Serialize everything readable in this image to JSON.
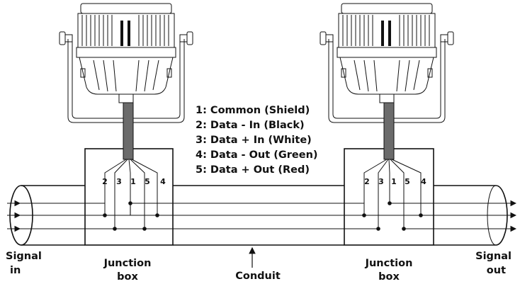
{
  "legend": {
    "items": [
      "1: Common (Shield)",
      "2: Data - In (Black)",
      "3: Data + In (White)",
      "4: Data - Out (Green)",
      "5: Data + Out (Red)"
    ]
  },
  "labels": {
    "signal_in_line1": "Signal",
    "signal_in_line2": "in",
    "signal_out_line1": "Signal",
    "signal_out_line2": "out",
    "junction_box_line1": "Junction",
    "junction_box_line2": "box",
    "conduit": "Conduit"
  },
  "pins": [
    "2",
    "3",
    "1",
    "5",
    "4"
  ],
  "colors": {
    "line": "#111111",
    "cable": "#6b6b6b",
    "background": "#ffffff"
  },
  "icons": [
    "fixture-icon",
    "arrow-icon"
  ]
}
